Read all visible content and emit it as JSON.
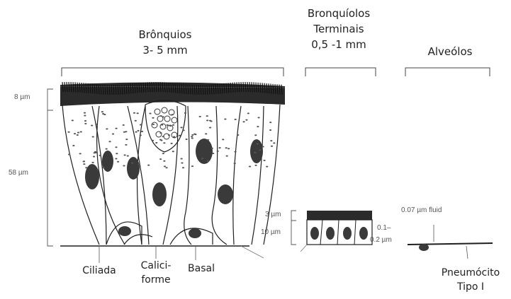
{
  "headers": {
    "bronquios_title": "Brônquios",
    "bronquios_size": "3- 5 mm",
    "bronquiolos_title": "Bronquíolos",
    "bronquiolos_sub": "Terminais",
    "bronquiolos_size": "0,5 -1 mm",
    "alveolos_title": "Alveólos"
  },
  "measurements": {
    "cilia_thickness": "8 µm",
    "epithelium_thickness": "58 µm",
    "bronchiole_cilia": "3 µm",
    "bronchiole_epithelium": "10 µm",
    "alveolar_fluid": "0.07 µm fluid",
    "alveolar_wall_a": "0.1–",
    "alveolar_wall_b": "0.2 µm"
  },
  "cell_labels": {
    "ciliated": "Ciliada",
    "goblet_a": "Calici-",
    "goblet_b": "forme",
    "basal": "Basal",
    "pneumocyte_a": "Pneumócito",
    "pneumocyte_b": "Tipo I"
  },
  "colors": {
    "ink": "#1e1e1e",
    "nucleus": "#3a3a3a",
    "text": "#222222",
    "measure_text": "#555555"
  }
}
